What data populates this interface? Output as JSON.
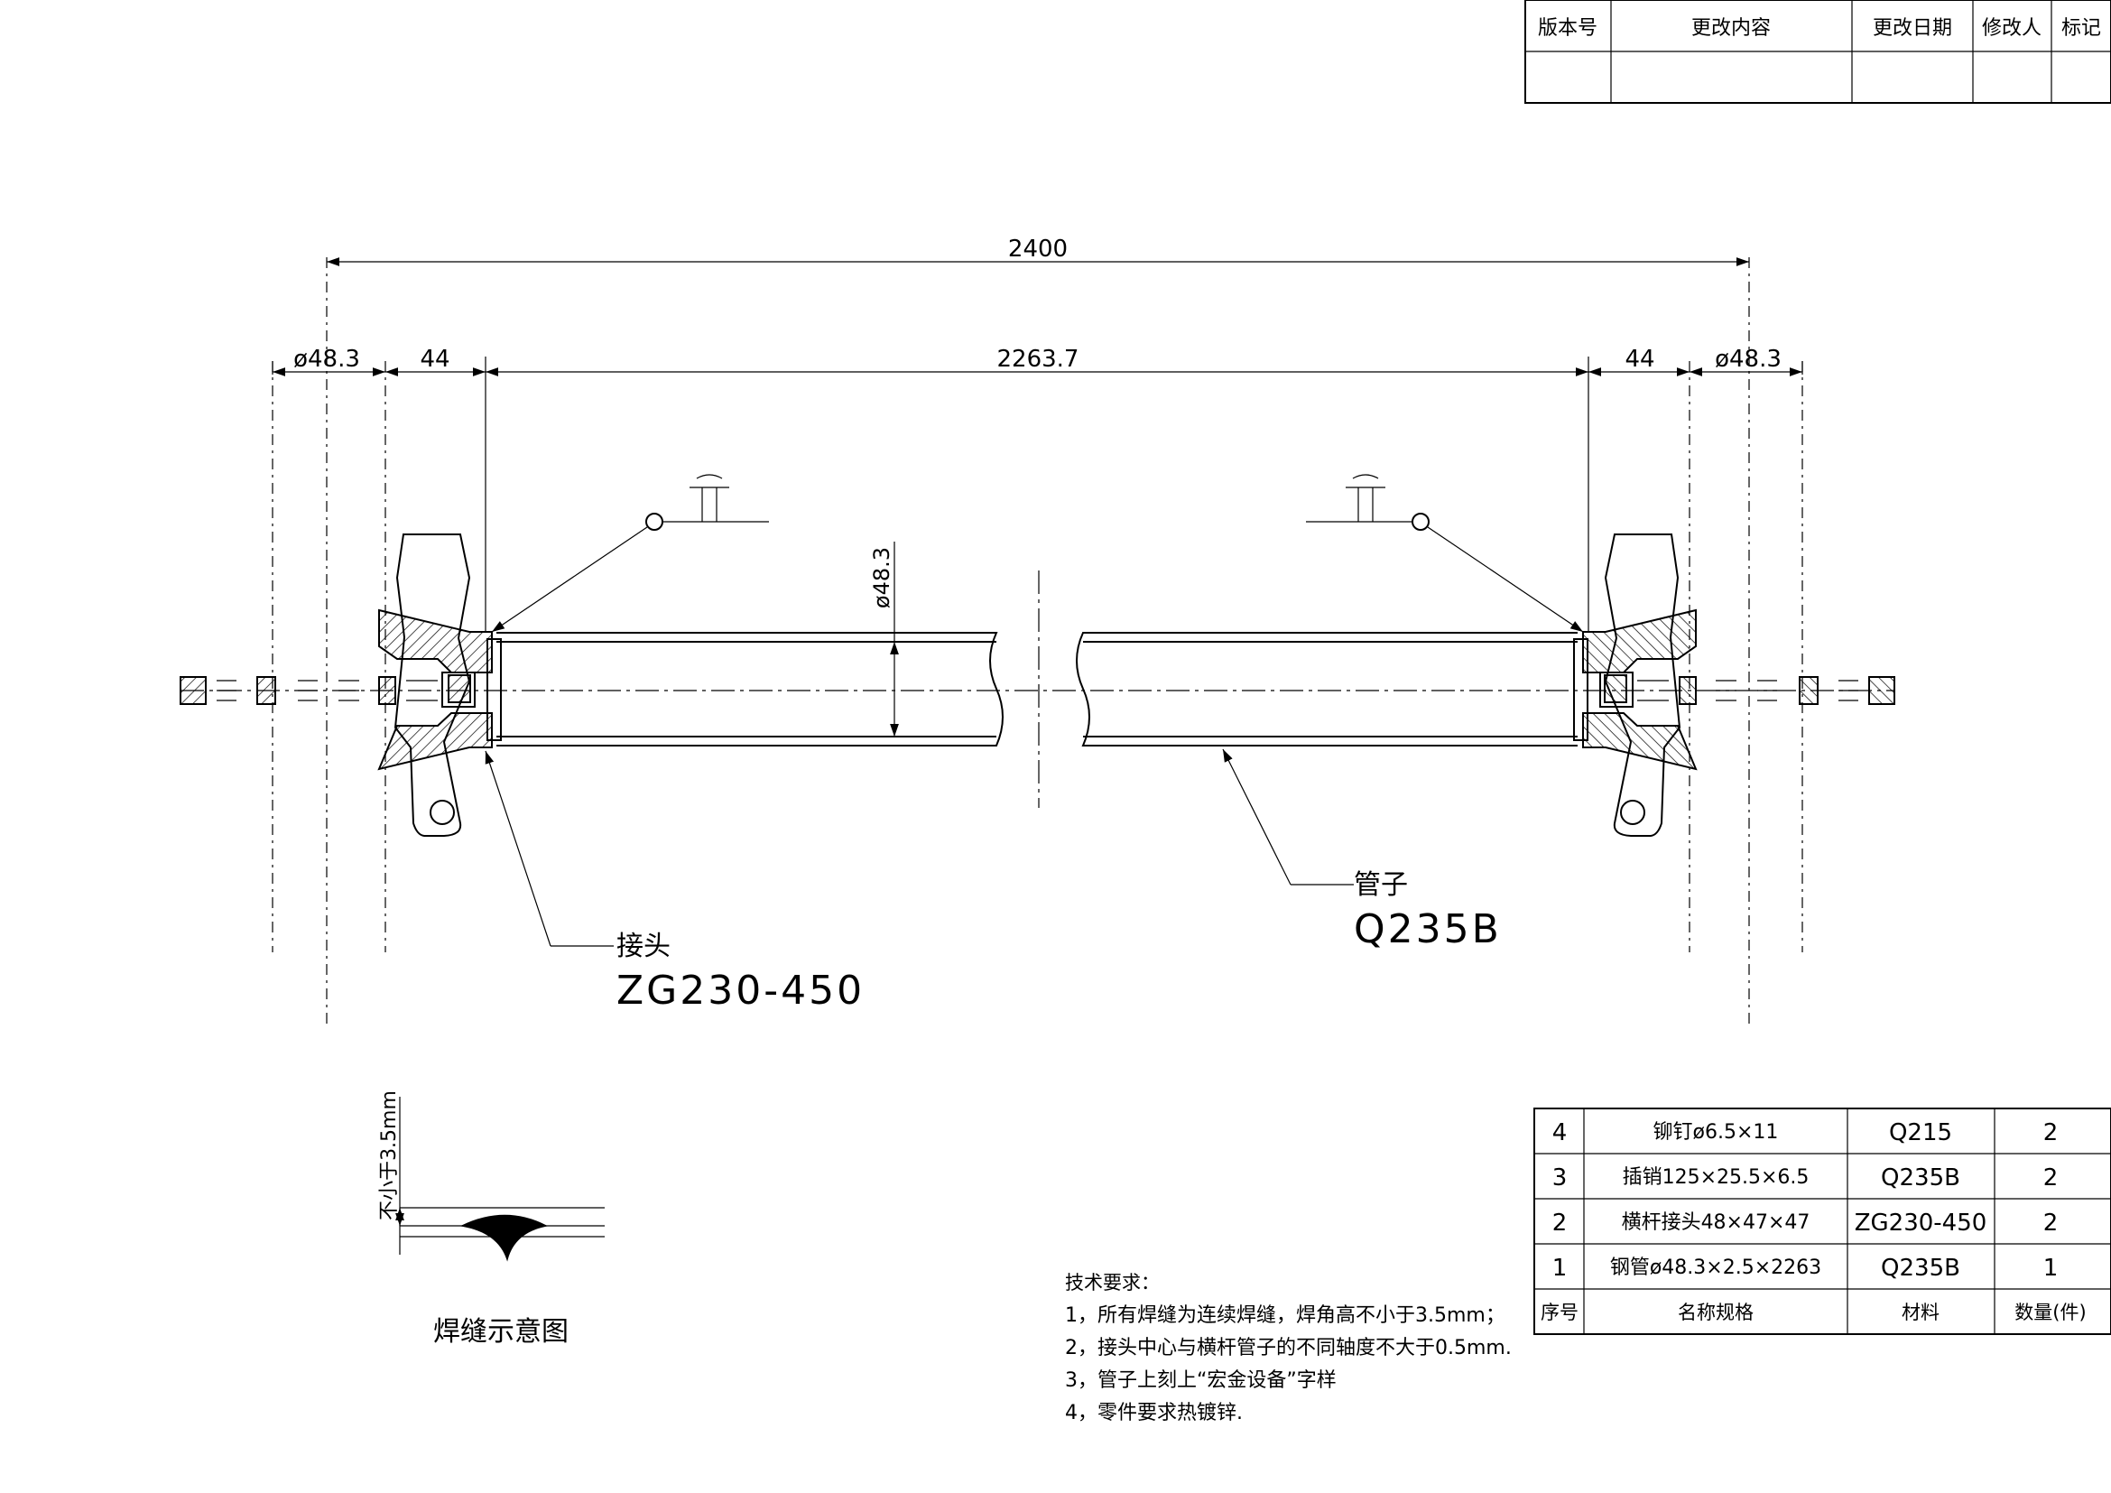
{
  "revision_table": {
    "headers": [
      "版本号",
      "更改内容",
      "更改日期",
      "修改人",
      "标记"
    ]
  },
  "dimensions": {
    "overall": "2400",
    "inner": "2263.7",
    "left_offset": "44",
    "right_offset": "44",
    "left_dia": "ø48.3",
    "right_dia": "ø48.3",
    "pipe_dia": "ø48.3"
  },
  "callouts": {
    "joint_name": "接头",
    "joint_material": "ZG230-450",
    "pipe_name": "管子",
    "pipe_material": "Q235B"
  },
  "weld_detail": {
    "height_label": "不小于3.5mm",
    "caption": "焊缝示意图"
  },
  "tech_requirements": {
    "title": "技术要求：",
    "items": [
      "1，所有焊缝为连续焊缝，焊角高不小于3.5mm；",
      "2，接头中心与横杆管子的不同轴度不大于0.5mm.",
      "3，管子上刻上“宏金设备”字样",
      "4，零件要求热镀锌."
    ]
  },
  "bom": {
    "rows": [
      {
        "no": "4",
        "spec": "铆钉ø6.5×11",
        "material": "Q215",
        "qty": "2"
      },
      {
        "no": "3",
        "spec": "插销125×25.5×6.5",
        "material": "Q235B",
        "qty": "2"
      },
      {
        "no": "2",
        "spec": "横杆接头48×47×47",
        "material": "ZG230-450",
        "qty": "2"
      },
      {
        "no": "1",
        "spec": "钢管ø48.3×2.5×2263",
        "material": "Q235B",
        "qty": "1"
      }
    ],
    "headers": {
      "no": "序号",
      "spec": "名称规格",
      "material": "材料",
      "qty": "数量(件)"
    }
  }
}
